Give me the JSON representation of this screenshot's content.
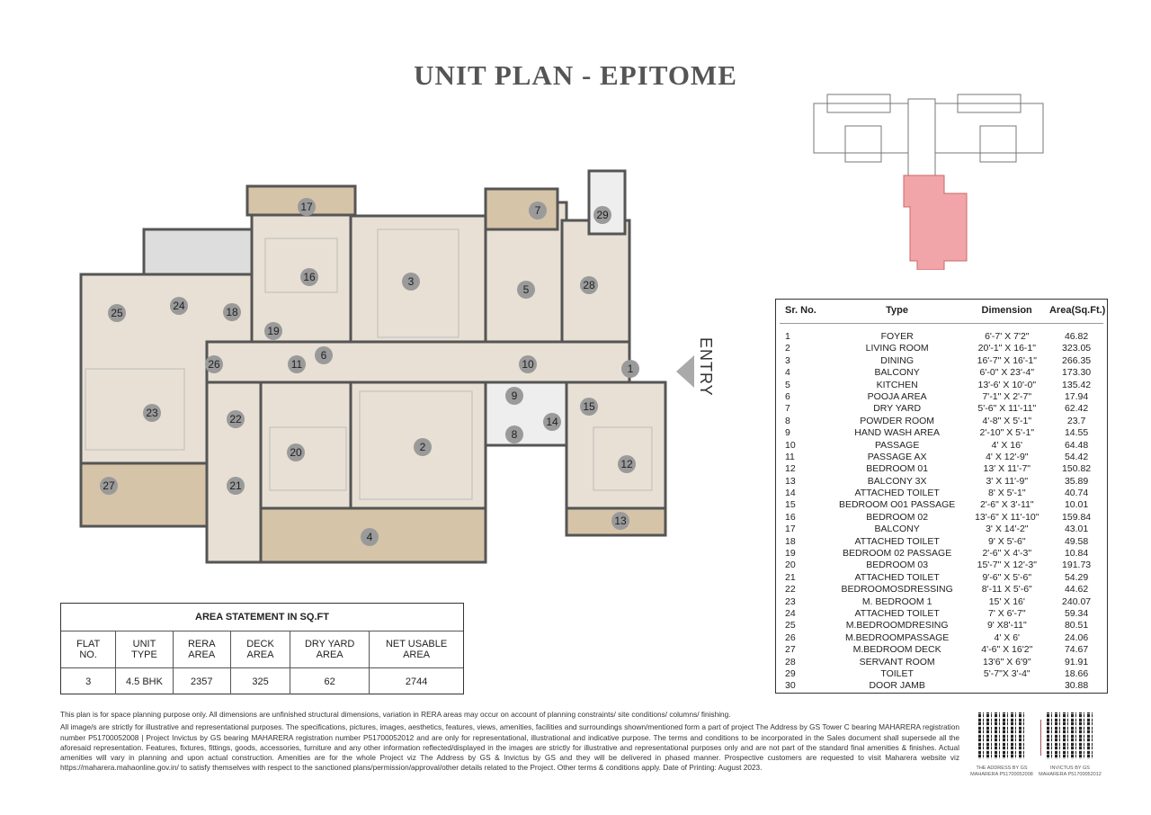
{
  "title": "UNIT PLAN - EPITOME",
  "entry_label": "ENTRY",
  "plan": {
    "markers": [
      "1",
      "2",
      "3",
      "4",
      "5",
      "6",
      "7",
      "8",
      "9",
      "10",
      "11",
      "12",
      "13",
      "14",
      "15",
      "16",
      "17",
      "18",
      "19",
      "20",
      "21",
      "22",
      "23",
      "24",
      "25",
      "26",
      "27",
      "28",
      "29"
    ],
    "marker_color": "#9a9a9a",
    "floor_color": "#e8e0d4",
    "highlight_color": "#f2a5a8"
  },
  "rooms_table": {
    "headers": [
      "Sr. No.",
      "Type",
      "Dimension",
      "Area(Sq.Ft.)"
    ],
    "rows": [
      [
        "1",
        "FOYER",
        "6'-7' X 7'2\"",
        "46.82"
      ],
      [
        "2",
        "LIVING ROOM",
        "20'-1\" X 16-1\"",
        "323.05"
      ],
      [
        "3",
        "DINING",
        "16'-7\" X 16'-1\"",
        "266.35"
      ],
      [
        "4",
        "BALCONY",
        "6'-0\" X 23'-4\"",
        "173.30"
      ],
      [
        "5",
        "KITCHEN",
        "13'-6' X 10'-0\"",
        "135.42"
      ],
      [
        "6",
        "POOJA AREA",
        "7'-1\" X 2'-7\"",
        "17.94"
      ],
      [
        "7",
        "DRY YARD",
        "5'-6\" X 11'-11\"",
        "62.42"
      ],
      [
        "8",
        "POWDER ROOM",
        "4'-8\" X 5'-1\"",
        "23.7"
      ],
      [
        "9",
        "HAND WASH AREA",
        "2'-10\" X 5'-1\"",
        "14.55"
      ],
      [
        "10",
        "PASSAGE",
        "4' X 16'",
        "64.48"
      ],
      [
        "11",
        "PASSAGE AX",
        "4' X 12'-9\"",
        "54.42"
      ],
      [
        "12",
        "BEDROOM 01",
        "13' X 11'-7\"",
        "150.82"
      ],
      [
        "13",
        "BALCONY 3X",
        "3' X 11'-9\"",
        "35.89"
      ],
      [
        "14",
        "ATTACHED TOILET",
        "8' X 5'-1\"",
        "40.74"
      ],
      [
        "15",
        "BEDROOM O01 PASSAGE",
        "2'-6\" X 3'-11\"",
        "10.01"
      ],
      [
        "16",
        "BEDROOM 02",
        "13'-6\" X 11'-10\"",
        "159.84"
      ],
      [
        "17",
        "BALCONY",
        "3' X 14'-2\"",
        "43.01"
      ],
      [
        "18",
        "ATTACHED TOILET",
        "9' X 5'-6\"",
        "49.58"
      ],
      [
        "19",
        "BEDROOM 02 PASSAGE",
        "2'-6\" X 4'-3\"",
        "10.84"
      ],
      [
        "20",
        "BEDROOM 03",
        "15'-7\" X 12'-3\"",
        "191.73"
      ],
      [
        "21",
        "ATTACHED TOILET",
        "9'-6\" X 5'-6\"",
        "54.29"
      ],
      [
        "22",
        "BEDROOMOSDRESSING",
        "8'-11 X 5'-6\"",
        "44.62"
      ],
      [
        "23",
        "M. BEDROOM 1",
        "15' X 16'",
        "240.07"
      ],
      [
        "24",
        "ATTACHED TOILET",
        "7' X 6'-7\"",
        "59.34"
      ],
      [
        "25",
        "M.BEDROOMDRESING",
        "9' X8'-11\"",
        "80.51"
      ],
      [
        "26",
        "M.BEDROOMPASSAGE",
        "4' X 6'",
        "24.06"
      ],
      [
        "27",
        "M.BEDROOM DECK",
        "4'-6\" X 16'2\"",
        "74.67"
      ],
      [
        "28",
        "SERVANT ROOM",
        "13'6\" X 6'9\"",
        "91.91"
      ],
      [
        "29",
        "TOILET",
        "5'-7\"X 3'-4\"",
        "18.66"
      ],
      [
        "30",
        "DOOR JAMB",
        "",
        "30.88"
      ]
    ]
  },
  "area_statement": {
    "title": "AREA STATEMENT IN SQ.FT",
    "headers": [
      "FLAT\nNO.",
      "UNIT\nTYPE",
      "RERA\nAREA",
      "DECK\nAREA",
      "DRY YARD\nAREA",
      "NET USABLE\nAREA"
    ],
    "values": [
      "3",
      "4.5 BHK",
      "2357",
      "325",
      "62",
      "2744"
    ]
  },
  "disclaimer": [
    "This plan is for space planning purpose only. All dimensions are unfinished structural dimensions, variation in RERA areas may occur on account of planning constraints/ site conditions/ columns/ finishing.",
    "All image/s are strictly for illustrative and representational purposes. The specifications, pictures, images, aesthetics, features, views, amenities, facilities and surroundings shown/mentioned form a part of project The Address by GS Tower C bearing MAHARERA registration number P51700052008 | Project Invictus by GS bearing MAHARERA registration number P51700052012 and are only for representational, illustrational and indicative purpose. The terms and conditions to be incorporated in the Sales document shall supersede all the aforesaid representation. Features, fixtures, fittings, goods, accessories, furniture and any other information reflected/displayed in the images are strictly for illustrative and representational purposes only and are not part of the standard final amenities & finishes. Actual amenities will vary in planning and upon actual construction. Amenities are for the whole Project viz The Address by GS & Invictus by GS and they will be delivered in phased manner. Prospective customers are requested to visit Maharera website viz https://maharera.mahaonline.gov.in/ to satisfy themselves with respect to the sanctioned plans/permission/approval/other details related to the Project. Other terms & conditions apply. Date of Printing: August 2023."
  ],
  "qr_codes": [
    {
      "label": "THE ADDRESS BY GS",
      "sub": "MAHARERA P51700052008"
    },
    {
      "label": "INVICTUS BY GS",
      "sub": "MAHARERA P51700052012"
    }
  ]
}
